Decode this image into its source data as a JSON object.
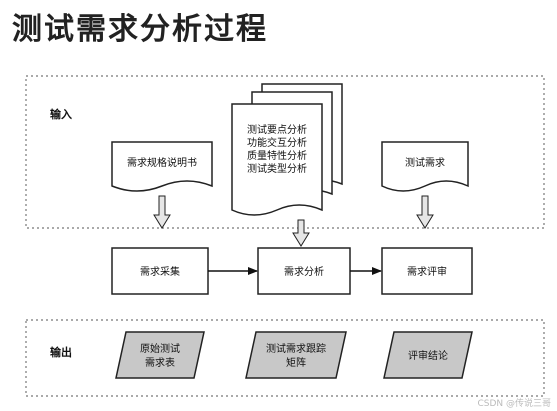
{
  "title": "测试需求分析过程",
  "input_section": {
    "label": "输入"
  },
  "output_section": {
    "label": "输出"
  },
  "inputs": {
    "requirements_spec": "需求规格说明书",
    "analysis_doc": [
      "测试要点分析",
      "功能交互分析",
      "质量特性分析",
      "测试类型分析"
    ],
    "test_requirements": "测试需求"
  },
  "process": {
    "collect": "需求采集",
    "analyze": "需求分析",
    "review": "需求评审"
  },
  "outputs": {
    "original_test_req_table": [
      "原始测试",
      "需求表"
    ],
    "traceability_matrix": [
      "测试需求跟踪",
      "矩阵"
    ],
    "review_conclusion": "评审结论"
  },
  "watermark": "CSDN @传说三哥",
  "colors": {
    "stroke": "#222222",
    "parallelogram_fill": "#c8c8c8",
    "dashed": "#777777",
    "input_arrow_fill": "#e6e6e6"
  }
}
